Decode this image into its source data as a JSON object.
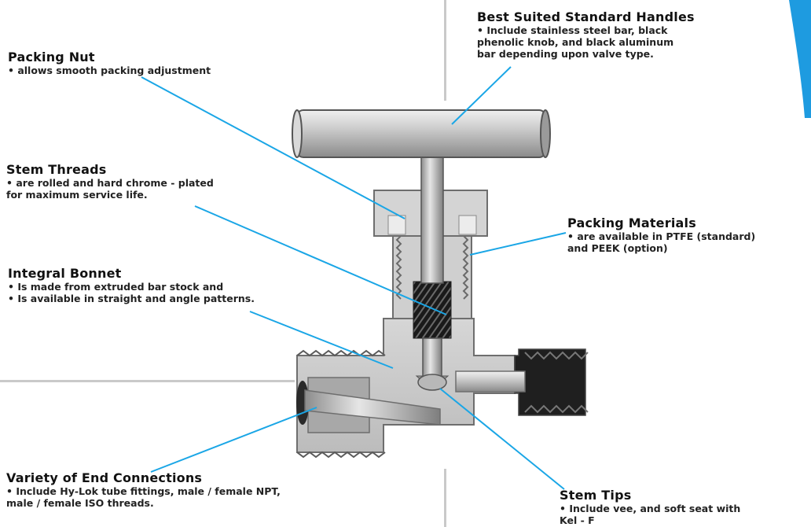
{
  "labels": {
    "handles": {
      "title": "Best Suited Standard Handles",
      "text": "• Include stainless steel bar, black\n  phenolic knob, and black aluminum\n  bar depending upon valve type."
    },
    "packing_nut": {
      "title": "Packing Nut",
      "text": "• allows smooth packing adjustment"
    },
    "stem_threads": {
      "title": "Stem Threads",
      "text": "• are rolled and hard chrome - plated\n  for maximum service life."
    },
    "packing_materials": {
      "title": "Packing Materials",
      "text": "• are available in PTFE (standard)\n  and PEEK (option)"
    },
    "integral_bonnet": {
      "title": "Integral Bonnet",
      "text": "• Is made from extruded bar stock and\n• Is available in straight and angle patterns."
    },
    "end_connections": {
      "title": "Variety of End Connections",
      "text": "• Include Hy-Lok tube fittings, male / female NPT,\n  male / female ISO threads."
    },
    "stem_tips": {
      "title": "Stem Tips",
      "text": "• Include vee, and soft seat with\n  Kel - F"
    }
  },
  "colors": {
    "leader": "#1aa6e6",
    "metal": "#c8c8c8",
    "accent": "#1e9be0",
    "divider": "#c9c9c9"
  }
}
